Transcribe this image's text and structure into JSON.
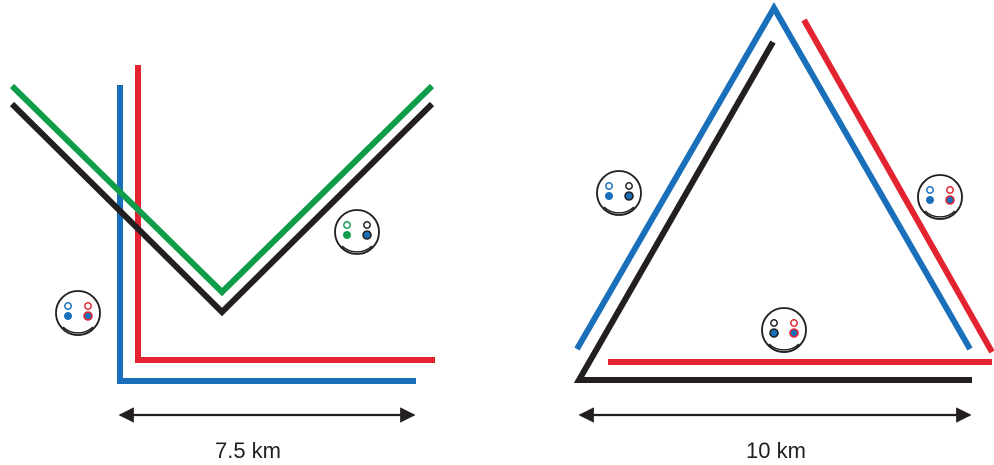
{
  "colors": {
    "blue": "#1a6fba",
    "red": "#e32430",
    "green": "#0f9d49",
    "black": "#231f20",
    "background": "#ffffff"
  },
  "left_panel": {
    "scale_label": "7.5 km",
    "lines": [
      "blue",
      "red",
      "green",
      "black"
    ],
    "detectors": [
      {
        "upper_left": "blue",
        "lower_left": "blue",
        "upper_right": "red",
        "lower_right": "blue-red"
      },
      {
        "upper_left": "green",
        "lower_left": "green",
        "upper_right": "black",
        "lower_right": "blue-black"
      }
    ]
  },
  "right_panel": {
    "scale_label": "10 km",
    "lines": [
      "blue",
      "red",
      "black"
    ],
    "detectors": [
      {
        "upper_left": "blue",
        "lower_left": "blue",
        "upper_right": "black",
        "lower_right": "blue-black"
      },
      {
        "upper_left": "blue",
        "lower_left": "blue",
        "upper_right": "red",
        "lower_right": "blue-red"
      },
      {
        "upper_left": "black",
        "lower_left": "black",
        "upper_right": "red",
        "lower_right": "blue-red"
      }
    ]
  }
}
